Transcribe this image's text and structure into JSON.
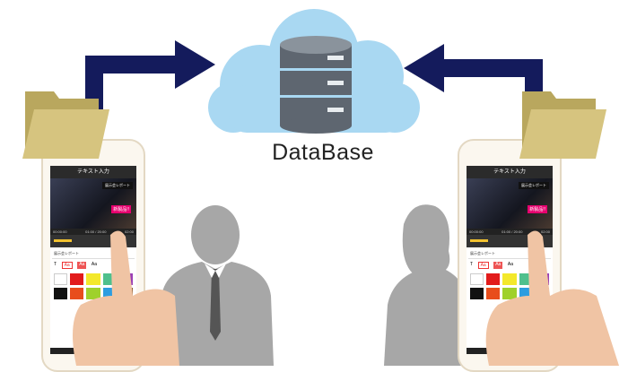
{
  "title": "DataBase",
  "colors": {
    "arrow": "#141b5c",
    "cloud": "#a9d8f2",
    "db": "#5e6670",
    "folder": "#c9b774",
    "silhouette": "#a7a7a7"
  },
  "phone": {
    "header": "テキスト入力",
    "tag": "展示会レポート",
    "badge": "新製品!!",
    "time_start": "00:00:00",
    "time_mid": "01:00 / 20:00",
    "time_end": "02:00",
    "text_label": "展示会レポート",
    "tool_t": "T",
    "tool_aa1": "Aa",
    "tool_aa2": "Aa",
    "tool_aa3": "Aa"
  },
  "swatches": [
    "#ffffff",
    "#e21b1b",
    "#f3e82b",
    "#4fc08d",
    "#9b3fb5",
    "#111111",
    "#e84d1c",
    "#9fd12b",
    "#2d9de0",
    "#8a5a2b"
  ]
}
